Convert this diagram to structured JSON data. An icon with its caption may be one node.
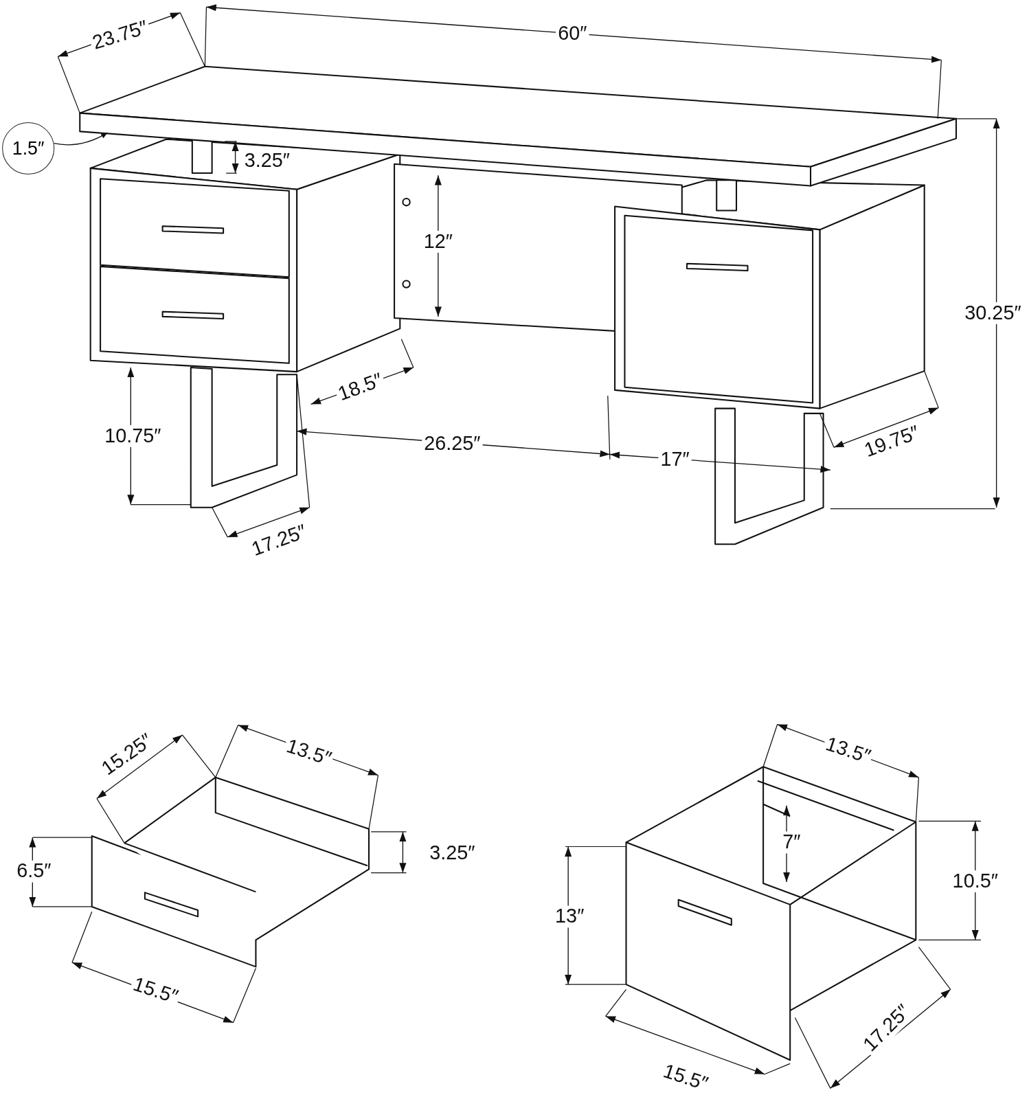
{
  "diagram": {
    "nodes": [
      {
        "text": [
          "1.5″"
        ]
      },
      {
        "text": [],
        "shape": "box"
      }
    ],
    "edges": [
      {
        "from": 0,
        "to": 1,
        "arrow": "to"
      }
    ],
    "labels": [
      "23.75″",
      "60″",
      "3.25″",
      "12″",
      "30.25″",
      "18.5″",
      "10.75″",
      "26.25″",
      "17″",
      "19.75″",
      "17.25″",
      "15.25″",
      "13.5″",
      "6.5″",
      "3.25″",
      "15.5″",
      "13.5″",
      "7″",
      "10.5″",
      "13″",
      "15.5″",
      "17.25″"
    ]
  }
}
